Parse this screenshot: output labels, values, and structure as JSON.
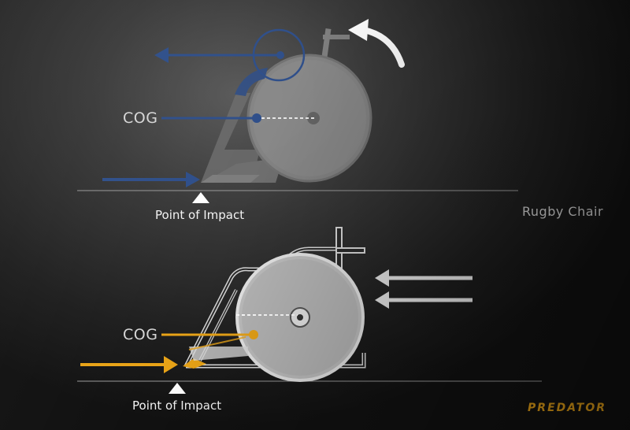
{
  "top_diagram": {
    "cog_label": "COG",
    "impact_label": "Point of Impact",
    "accent_color": "#2f4f8a"
  },
  "caption": "Rugby Chair",
  "bottom_diagram": {
    "cog_label": "COG",
    "impact_label": "Point of Impact",
    "accent_color": "#e8a317"
  },
  "logo": {
    "text": "PREDATOR",
    "color": "#e8a317"
  }
}
